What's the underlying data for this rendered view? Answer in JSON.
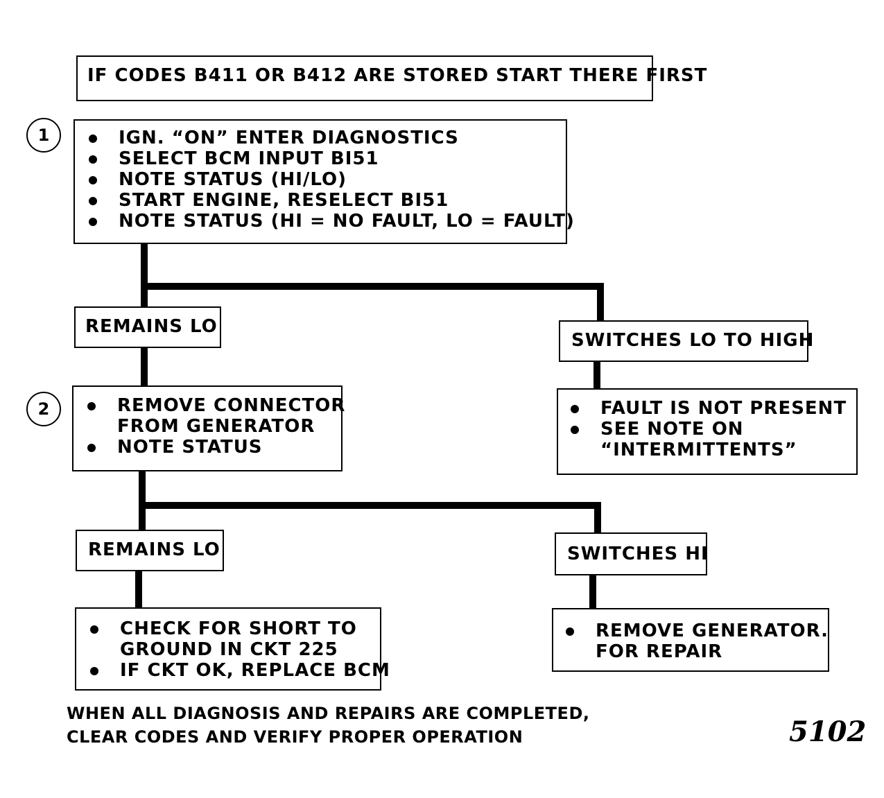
{
  "header": {
    "text": "IF CODES B411 OR B412 ARE STORED START THERE FIRST"
  },
  "step1": {
    "number": "1",
    "items": [
      "IGN.  “ON” ENTER DIAGNOSTICS",
      "SELECT BCM INPUT BI51",
      "NOTE STATUS (HI/LO)",
      "START ENGINE, RESELECT BI51",
      "NOTE STATUS (HI  =  NO FAULT, LO  =  FAULT)"
    ]
  },
  "branch1": {
    "left_label": "REMAINS LO",
    "right_label": "SWITCHES LO TO HIGH",
    "right_result": {
      "items": [
        {
          "lines": [
            "FAULT IS NOT PRESENT"
          ]
        },
        {
          "lines": [
            "SEE NOTE ON",
            "“INTERMITTENTS”"
          ]
        }
      ]
    }
  },
  "step2": {
    "number": "2",
    "items": [
      {
        "lines": [
          "REMOVE CONNECTOR",
          "FROM GENERATOR"
        ]
      },
      {
        "lines": [
          "NOTE STATUS"
        ]
      }
    ]
  },
  "branch2": {
    "left_label": "REMAINS LO",
    "right_label": "SWITCHES HI",
    "left_result": {
      "items": [
        {
          "lines": [
            "CHECK FOR SHORT TO",
            "GROUND IN CKT 225"
          ]
        },
        {
          "lines": [
            "IF CKT OK, REPLACE  BCM"
          ]
        }
      ]
    },
    "right_result": {
      "items": [
        {
          "lines": [
            "REMOVE GENERATOR.",
            "FOR REPAIR"
          ]
        }
      ]
    }
  },
  "footer": {
    "lines": [
      "WHEN ALL DIAGNOSIS AND REPAIRS ARE COMPLETED,",
      "CLEAR CODES AND  VERIFY PROPER OPERATION"
    ]
  },
  "figure_number": "5102"
}
